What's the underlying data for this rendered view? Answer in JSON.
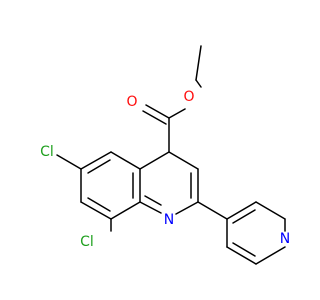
{
  "molecule": {
    "atoms": {
      "carbonyl_oxygen": {
        "symbol": "O",
        "color": "#ff0d0d"
      },
      "ester_oxygen": {
        "symbol": "O",
        "color": "#ff0d0d"
      },
      "chlorine_6": {
        "symbol": "Cl",
        "color": "#1fa01f"
      },
      "chlorine_8": {
        "symbol": "Cl",
        "color": "#1fa01f"
      },
      "quinoline_nitrogen": {
        "symbol": "N",
        "color": "#0000ff"
      },
      "pyridine_nitrogen": {
        "symbol": "N",
        "color": "#0000ff"
      }
    },
    "bond_color": "#000000"
  }
}
